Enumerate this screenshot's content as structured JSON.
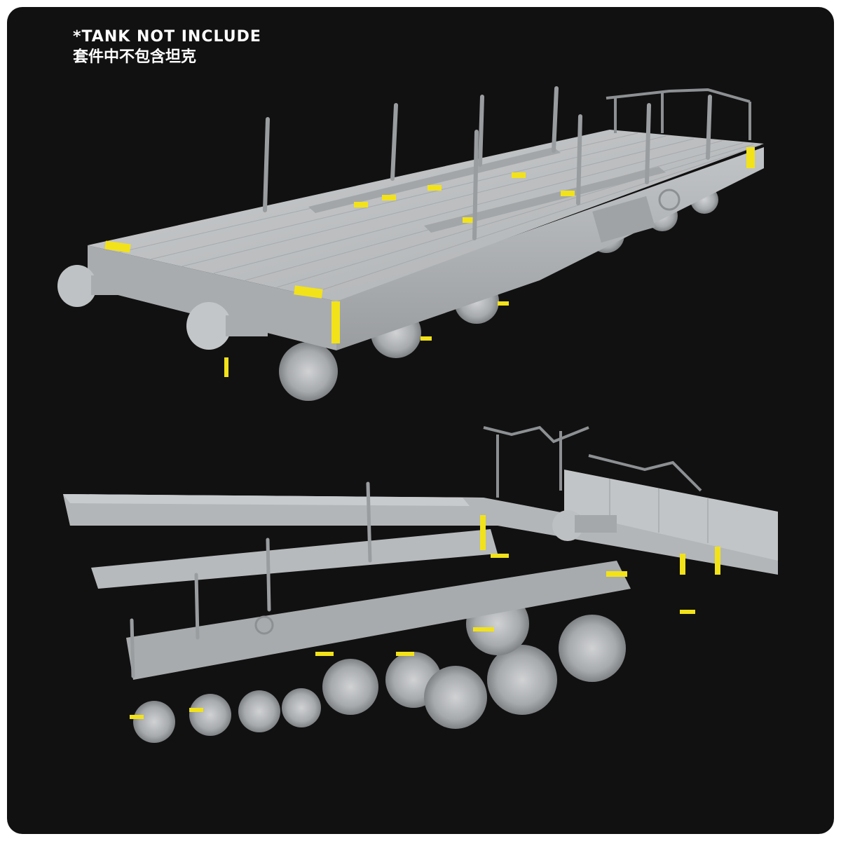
{
  "caption": {
    "english": "*TANK NOT INCLUDE",
    "chinese": "套件中不包含坦克"
  },
  "colors": {
    "background": "#111111",
    "model_grey": "#b9bcbe",
    "highlight_yellow": "#f2e21a",
    "text": "#ffffff"
  },
  "views": [
    "top-view-railcar",
    "underside-view-railcar"
  ]
}
